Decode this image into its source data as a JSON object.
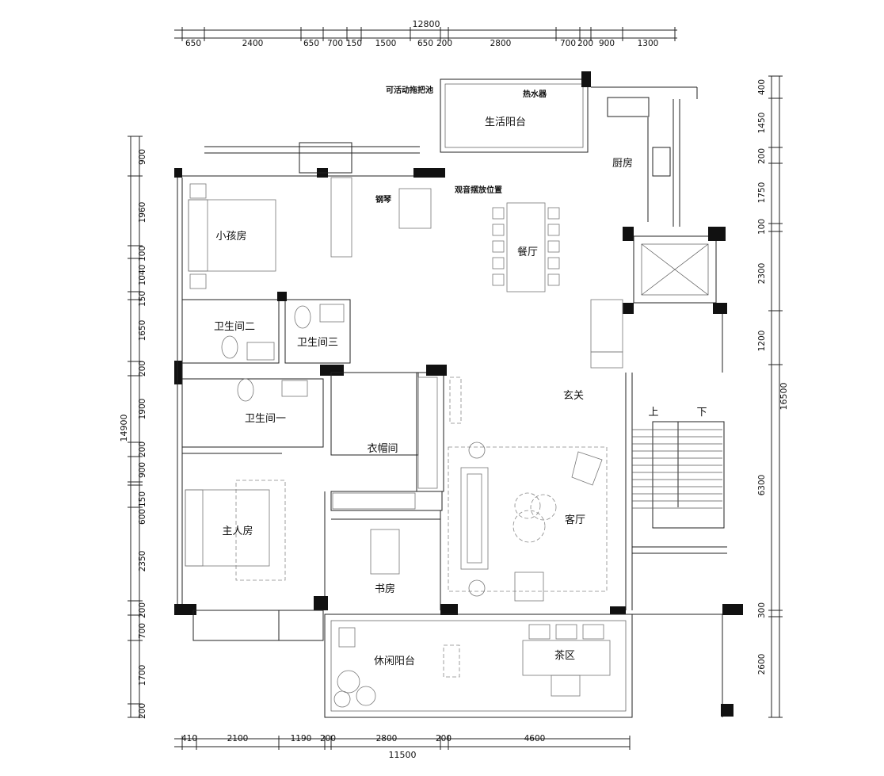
{
  "dimensions": {
    "top_total": "12800",
    "top_segments": [
      "650",
      "2400",
      "650",
      "700",
      "150",
      "1500",
      "650",
      "200",
      "2800",
      "700",
      "200",
      "900",
      "1300"
    ],
    "bottom_total": "11500",
    "bottom_segments": [
      "410",
      "2100",
      "1190",
      "200",
      "2800",
      "200",
      "4600"
    ],
    "left_total": "14900",
    "left_segments": [
      "900",
      "1960",
      "100",
      "1040",
      "150",
      "1650",
      "200",
      "1900",
      "200",
      "900",
      "150",
      "600",
      "2350",
      "200",
      "700",
      "1700",
      "200"
    ],
    "right_total": "16500",
    "right_segments": [
      "400",
      "1450",
      "200",
      "1750",
      "100",
      "2300",
      "1200",
      "6300",
      "300",
      "2600"
    ]
  },
  "rooms": {
    "life_balcony": "生活阳台",
    "kitchen": "厨房",
    "child_room": "小孩房",
    "piano": "钢琴",
    "speaker_position": "观音摆放位置",
    "dining": "餐厅",
    "bath_two": "卫生间二",
    "bath_three": "卫生间三",
    "bath_one": "卫生间一",
    "foyer": "玄关",
    "stairs_up": "上",
    "stairs_down": "下",
    "cloakroom": "衣帽间",
    "master_room": "主人房",
    "living": "客厅",
    "study": "书房",
    "leisure_balcony": "休闲阳台",
    "tea_area": "茶区",
    "mop_pool": "可活动拖把池",
    "water_heater": "热水器"
  }
}
